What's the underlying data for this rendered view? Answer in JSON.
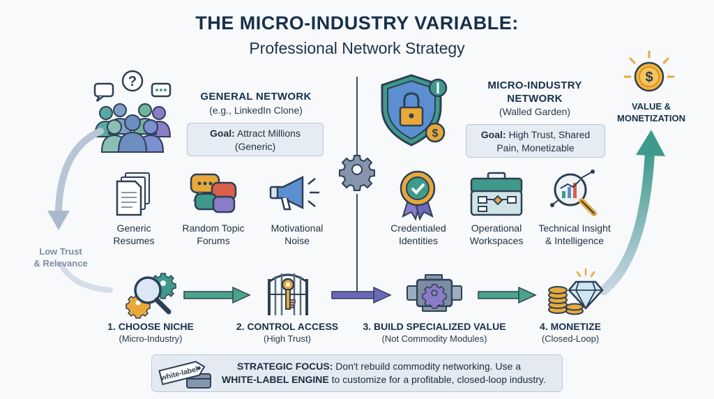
{
  "title": {
    "main": "THE MICRO-INDUSTRY VARIABLE:",
    "sub": "Professional Network Strategy"
  },
  "general_network": {
    "heading": "GENERAL NETWORK",
    "subtitle": "(e.g., LinkedIn Clone)",
    "goal_label": "Goal:",
    "goal_line1": "Attract Millions",
    "goal_line2": "(Generic)",
    "items": [
      {
        "line1": "Generic",
        "line2": "Resumes",
        "icon": "documents-icon"
      },
      {
        "line1": "Random Topic",
        "line2": "Forums",
        "icon": "chat-bubbles-icon"
      },
      {
        "line1": "Motivational",
        "line2": "Noise",
        "icon": "megaphone-icon"
      }
    ]
  },
  "micro_network": {
    "heading_line1": "MICRO-INDUSTRY",
    "heading_line2": "NETWORK",
    "subtitle": "(Walled Garden)",
    "goal_label": "Goal:",
    "goal_line1": "High Trust, Shared",
    "goal_line2": "Pain, Monetizable",
    "items": [
      {
        "line1": "Credentialed",
        "line2": "Identities",
        "icon": "badge-icon"
      },
      {
        "line1": "Operational",
        "line2": "Workspaces",
        "icon": "toolbox-icon"
      },
      {
        "line1": "Technical Insight",
        "line2": "& Intelligence",
        "icon": "magnifier-chart-icon"
      }
    ]
  },
  "side": {
    "low_trust_line1": "Low Trust",
    "low_trust_line2": "& Relevance",
    "value_line1": "VALUE &",
    "value_line2": "MONETIZATION"
  },
  "steps": [
    {
      "title": "1. CHOOSE NICHE",
      "sub": "(Micro-Industry)",
      "icon": "magnifier-gear-icon"
    },
    {
      "title": "2. CONTROL ACCESS",
      "sub": "(High Trust)",
      "icon": "gate-key-icon"
    },
    {
      "title": "3. BUILD SPECIALIZED VALUE",
      "sub": "(Not Commodity Modules)",
      "icon": "engine-icon"
    },
    {
      "title": "4. MONETIZE",
      "sub": "(Closed-Loop)",
      "icon": "coins-diamond-icon"
    }
  ],
  "focus": {
    "tag_text": "white-label",
    "label": "STRATEGIC FOCUS:",
    "line1_rest": " Don't rebuild commodity networking. Use a",
    "engine": "WHITE-LABEL ENGINE",
    "line2_rest": " to customize for a profitable, closed-loop industry.",
    "dollar_symbol": "$"
  },
  "colors": {
    "navy": "#17304a",
    "teal": "#3f9a8c",
    "green_arrow": "#4aa38a",
    "purple_arrow": "#6c67b8",
    "gold": "#e8a93a",
    "light_blue": "#a9b8cc"
  }
}
